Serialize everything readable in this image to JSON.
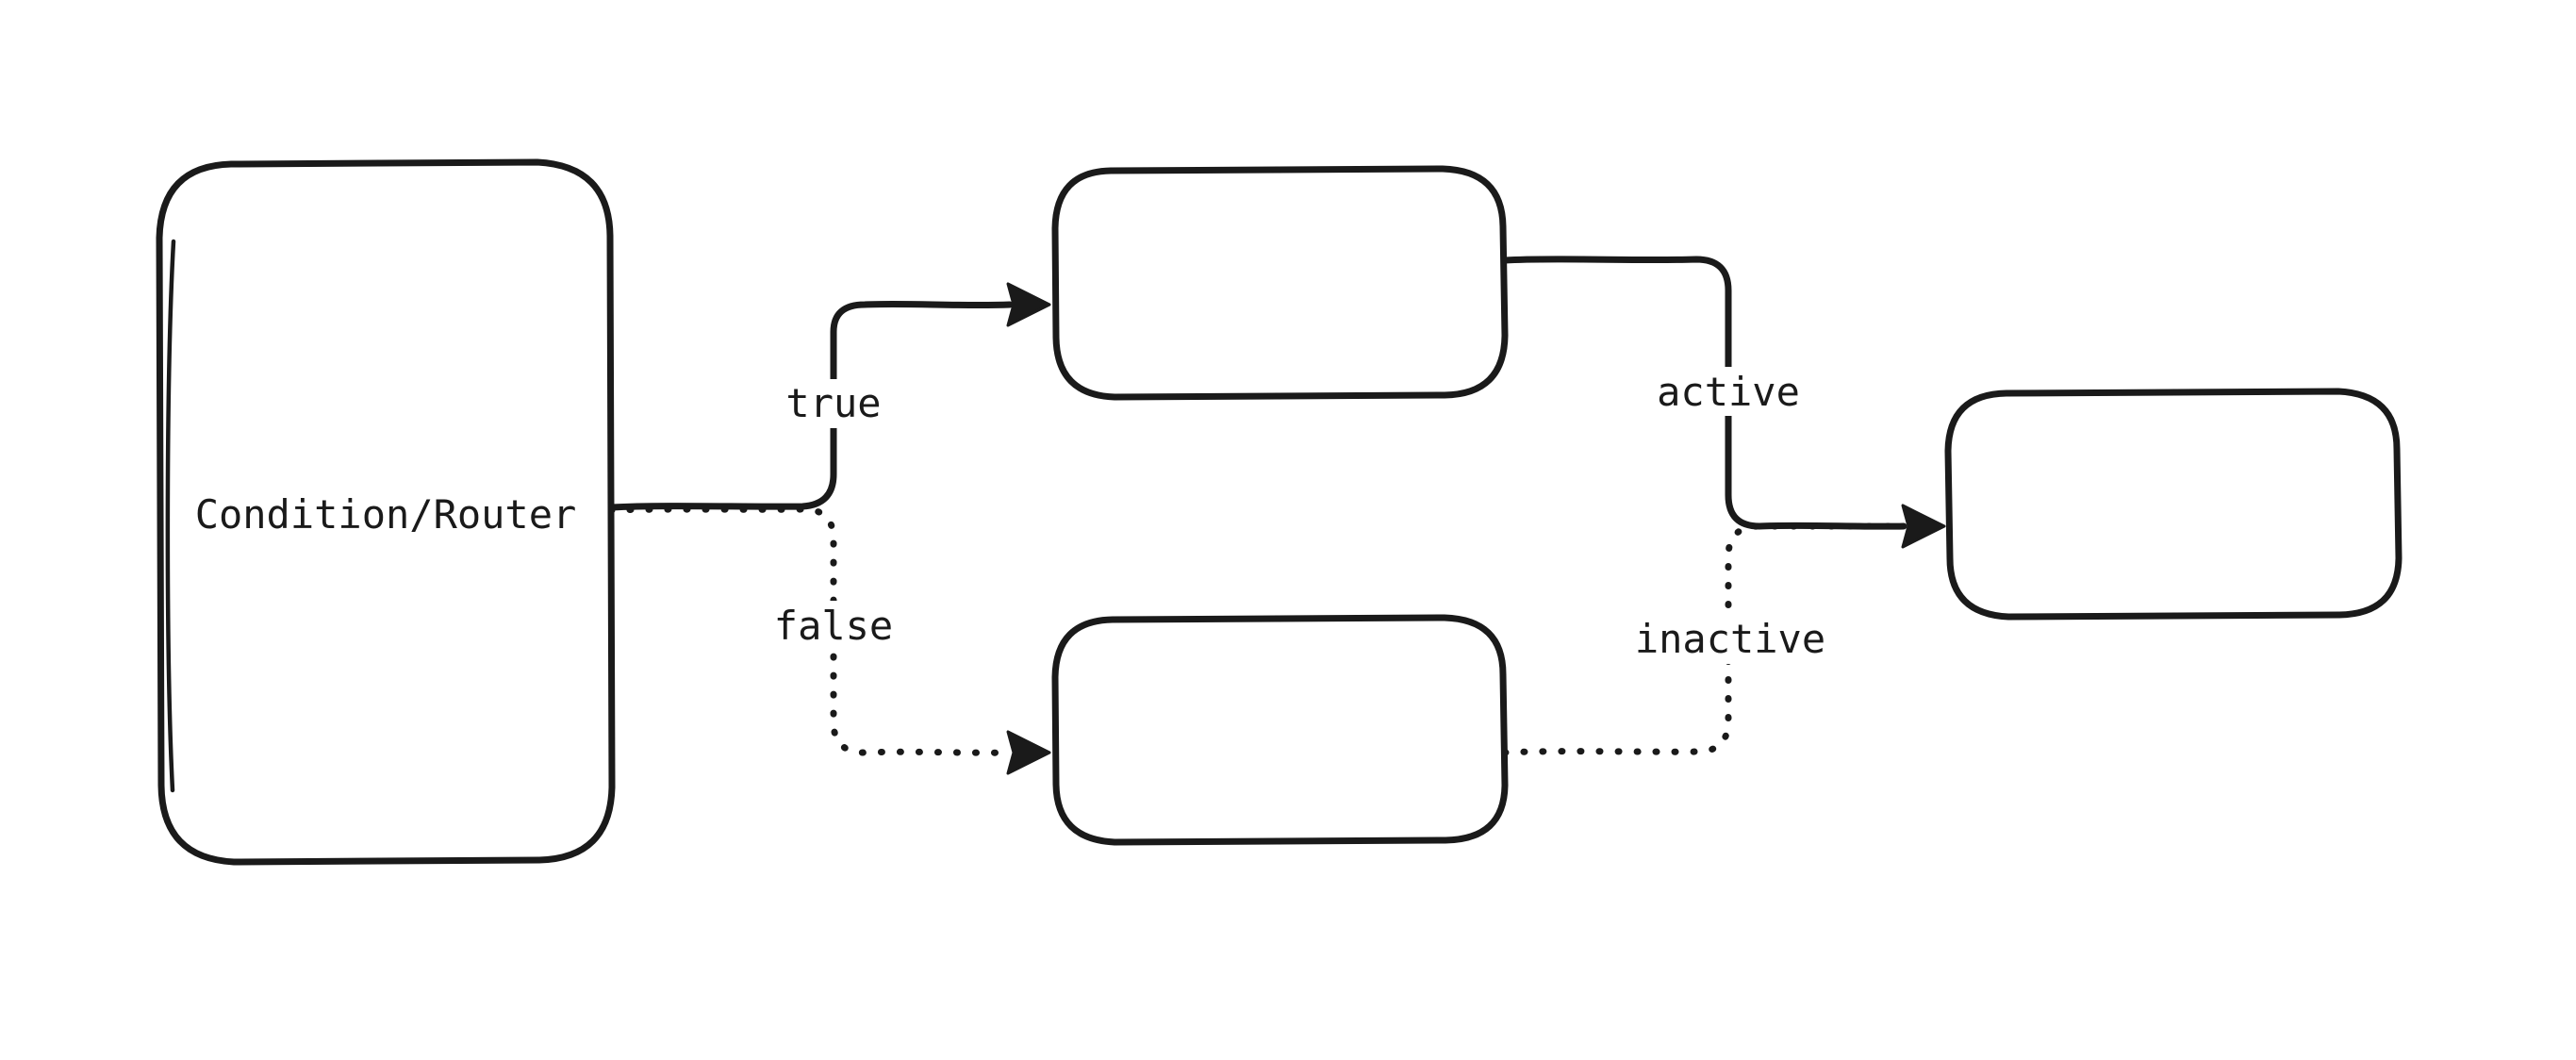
{
  "diagram": {
    "background_color": "#ffffff",
    "ink_color": "#1a1a1a",
    "style": "hand-drawn flowchart",
    "nodes": [
      {
        "id": "condition-router",
        "label": "Condition/Router"
      },
      {
        "id": "true-branch-box",
        "label": ""
      },
      {
        "id": "false-branch-box",
        "label": ""
      },
      {
        "id": "output-box",
        "label": ""
      }
    ],
    "edges": [
      {
        "from": "condition-router",
        "to": "true-branch-box",
        "label": "true",
        "line_style": "solid",
        "arrowhead": "filled-triangle"
      },
      {
        "from": "condition-router",
        "to": "false-branch-box",
        "label": "false",
        "line_style": "dotted",
        "arrowhead": "filled-triangle"
      },
      {
        "from": "true-branch-box",
        "to": "output-box",
        "label": "active",
        "line_style": "solid",
        "arrowhead": "filled-triangle"
      },
      {
        "from": "false-branch-box",
        "to": "output-box",
        "label": "inactive",
        "line_style": "dotted",
        "arrowhead": "filled-triangle"
      }
    ]
  }
}
